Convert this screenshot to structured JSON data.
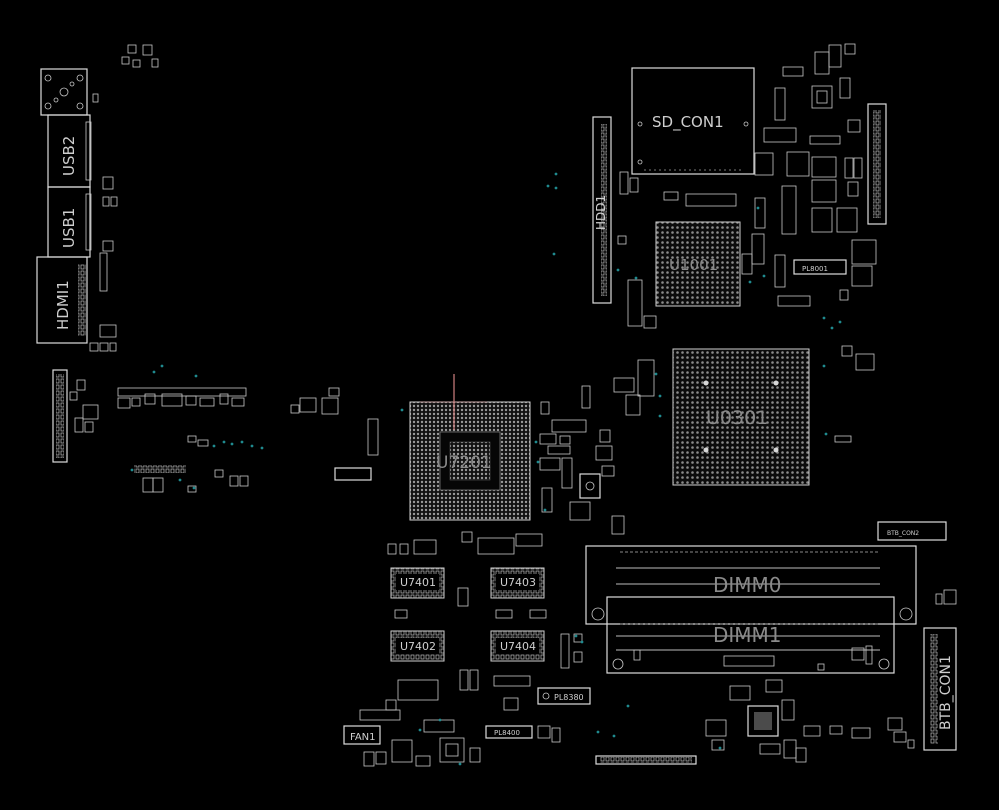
{
  "board": {
    "components": {
      "sd_con1": "SD_CON1",
      "hdd1": "HDD1",
      "u1001": "U1001",
      "u0301": "U0301",
      "u7201": "U7201",
      "usb1": "USB1",
      "usb2": "USB2",
      "hdmi1": "HDMI1",
      "dimm0": "DIMM0",
      "dimm1": "DIMM1",
      "u7401": "U7401",
      "u7402": "U7402",
      "u7403": "U7403",
      "u7404": "U7404",
      "btb_con1": "BTB_CON1",
      "btb_con2": "BTB_CON2",
      "fan1": "FAN1",
      "pl8001": "PL8001",
      "pl8380": "PL8380",
      "pl8400": "PL8400"
    },
    "colors": {
      "background": "#000000",
      "outline": "#dcdcdc",
      "via": "#1f8a8f",
      "marker": "#d08080"
    }
  }
}
